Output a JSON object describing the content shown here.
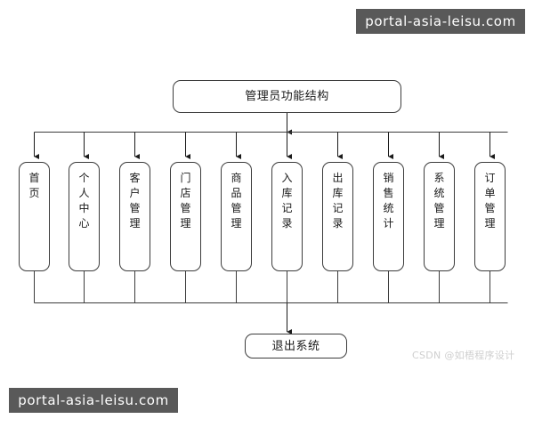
{
  "diagram": {
    "root": {
      "label": "管理员功能结构"
    },
    "exit": {
      "label": "退出系统"
    },
    "nodes": [
      {
        "label": "首页"
      },
      {
        "label": "个人中心"
      },
      {
        "label": "客户管理"
      },
      {
        "label": "门店管理"
      },
      {
        "label": "商品管理"
      },
      {
        "label": "入库记录"
      },
      {
        "label": "出库记录"
      },
      {
        "label": "销售统计"
      },
      {
        "label": "系统管理"
      },
      {
        "label": "订单管理"
      }
    ]
  },
  "watermarks": {
    "top": "portal-asia-leisu.com",
    "bottom": "portal-asia-leisu.com"
  },
  "credit": "CSDN @如梧程序设计",
  "colors": {
    "stroke": "#3c3c3c",
    "background": "#ffffff",
    "watermark_background": "#595959",
    "watermark_text": "#ffffff",
    "credit_text": "#cfcfcf"
  }
}
